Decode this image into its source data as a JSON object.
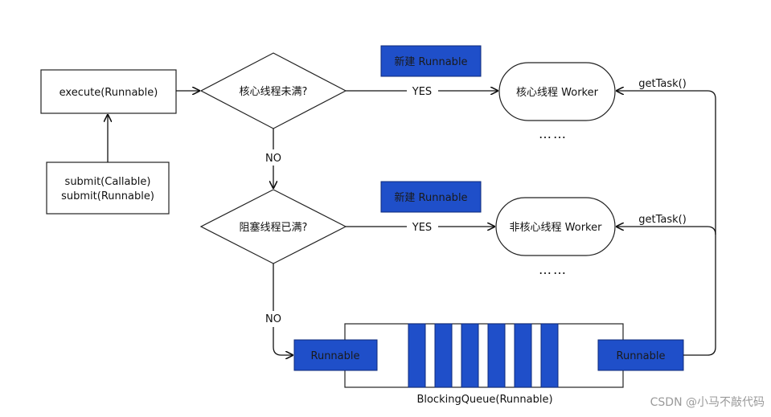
{
  "colors": {
    "box_blue": "#1f4fc9",
    "line": "#111111",
    "border": "#222222",
    "watermark": "#9a9a9a"
  },
  "nodes": {
    "execute": "execute(Runnable)",
    "submit_callable": "submit(Callable)",
    "submit_runnable": "submit(Runnable)",
    "decision_core": "核心线程未满?",
    "decision_blocking": "阻塞线程已满?",
    "new_runnable_top": "新建 Runnable",
    "new_runnable_bottom": "新建 Runnable",
    "core_worker": "核心线程 Worker",
    "noncore_worker": "非核心线程 Worker",
    "ellipsis_top": "……",
    "ellipsis_bottom": "……",
    "queue_in": "Runnable",
    "queue_out": "Runnable",
    "queue_label": "BlockingQueue(Runnable)"
  },
  "edges": {
    "yes_top": "YES",
    "yes_bottom": "YES",
    "no_top": "NO",
    "no_bottom": "NO",
    "gettask_top": "getTask()",
    "gettask_bottom": "getTask()"
  },
  "watermark": "CSDN @小马不敲代码"
}
